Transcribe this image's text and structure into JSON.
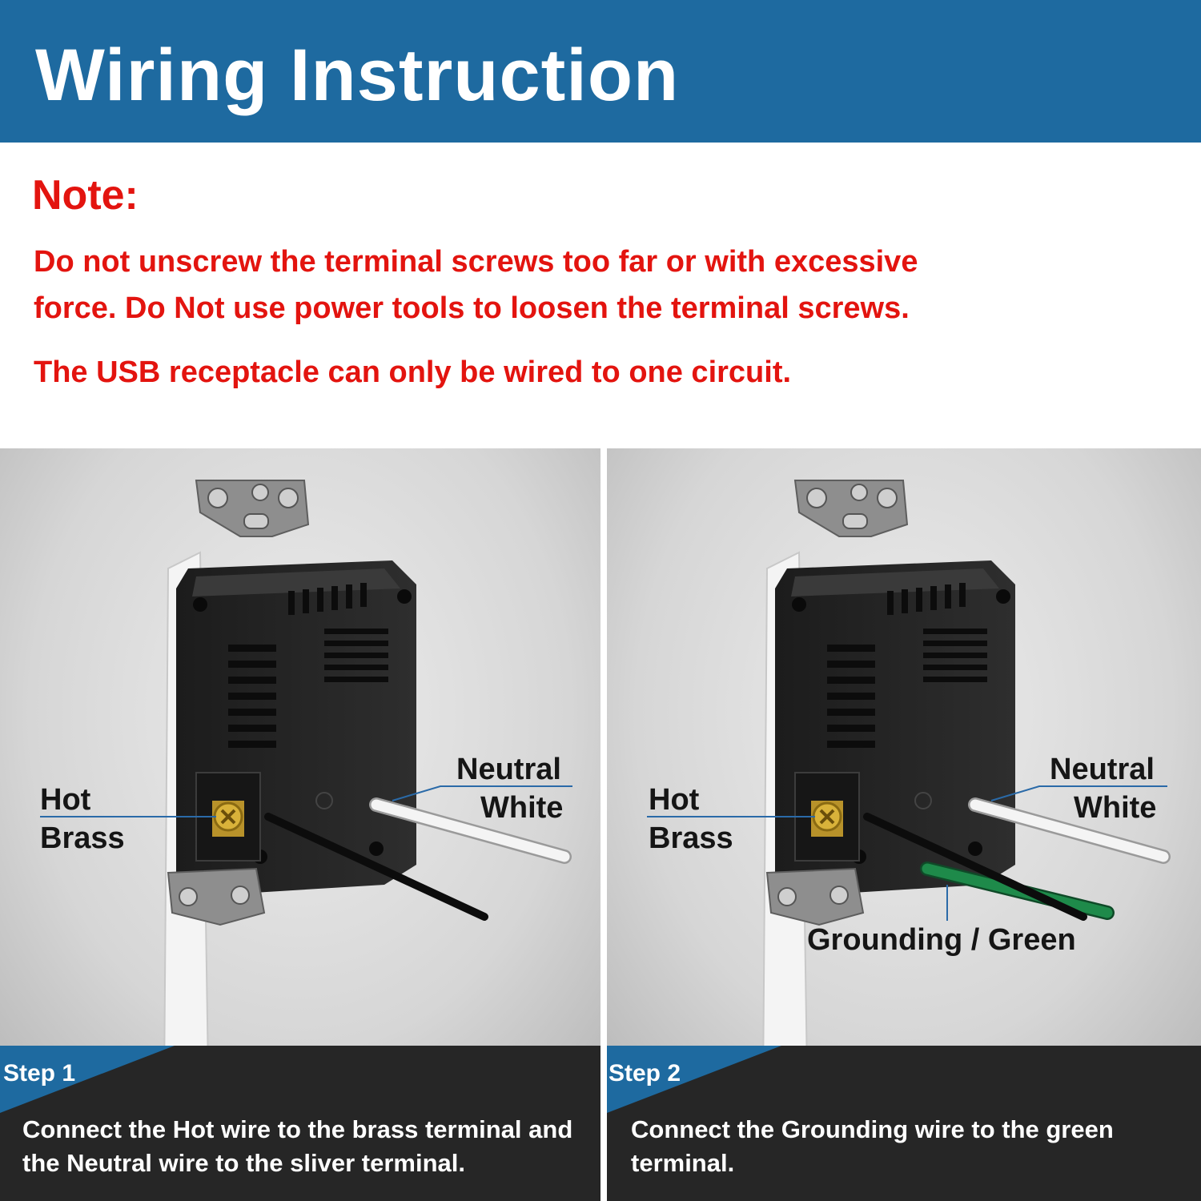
{
  "header": {
    "title": "Wiring Instruction"
  },
  "note": {
    "title": "Note:",
    "lines": [
      "Do not unscrew the terminal screws too far or with excessive",
      "force. Do Not use power tools to loosen the terminal screws.",
      "The USB receptacle can only be wired to one circuit."
    ]
  },
  "panels": [
    {
      "hot_label": "Hot",
      "brass_label": "Brass",
      "neutral_label": "Neutral",
      "white_label": "White",
      "step_label": "Step 1",
      "step_text": "Connect the Hot wire to the brass terminal and the Neutral wire to the sliver terminal."
    },
    {
      "hot_label": "Hot",
      "brass_label": "Brass",
      "neutral_label": "Neutral",
      "white_label": "White",
      "ground_label": "Grounding / Green",
      "step_label": "Step 2",
      "step_text": "Connect the Grounding wire to the green terminal."
    }
  ],
  "colors": {
    "header_bg": "#1e6aa0",
    "note_red": "#e3140f",
    "step_bar": "#262626",
    "step_tab": "#1e6aa0",
    "wire_hot": "#111111",
    "wire_neutral": "#f2f2f2",
    "wire_ground": "#1e8a4a",
    "terminal_brass": "#c9a227"
  }
}
